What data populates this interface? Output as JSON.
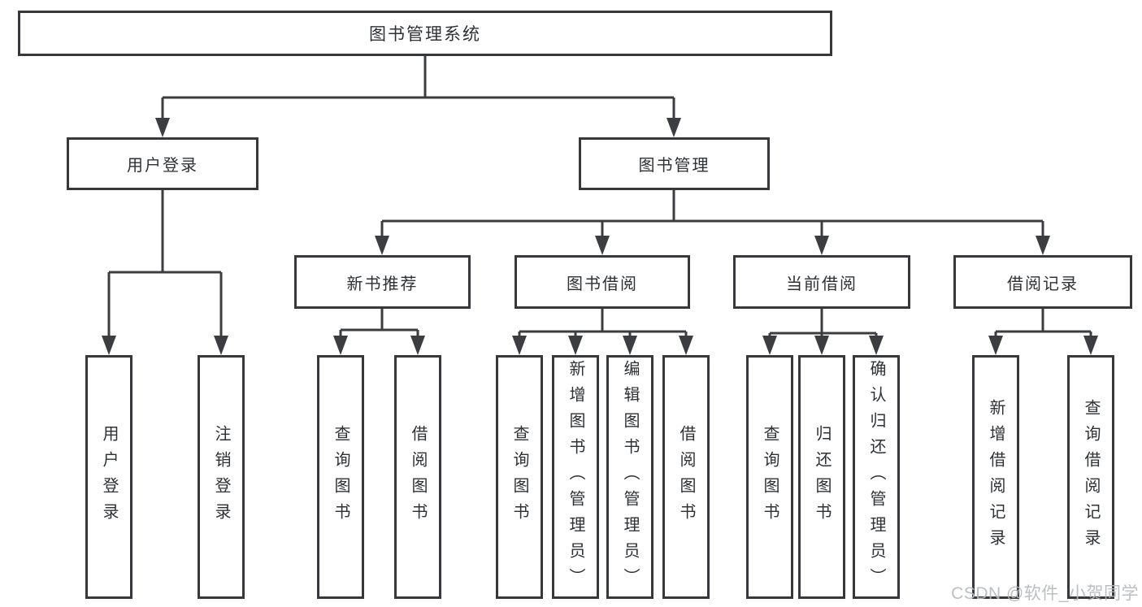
{
  "diagram": {
    "kind": "hierarchy-diagram",
    "colors": {
      "background": "#ffffff",
      "line": "#3b3d40",
      "box_border": "#36383b",
      "text": "#2e3134",
      "watermark": "#b6b8bb"
    }
  },
  "tree": {
    "root": {
      "label": "图书管理系统"
    },
    "children": [
      {
        "label": "用户登录",
        "children": [
          {
            "label": "用户登录"
          },
          {
            "label": "注销登录"
          }
        ]
      },
      {
        "label": "图书管理",
        "children": [
          {
            "label": "新书推荐",
            "children": [
              {
                "label": "查询图书"
              },
              {
                "label": "借阅图书"
              }
            ]
          },
          {
            "label": "图书借阅",
            "children": [
              {
                "label": "查询图书"
              },
              {
                "label": "新增图书（管理员）"
              },
              {
                "label": "编辑图书（管理员）"
              },
              {
                "label": "借阅图书"
              }
            ]
          },
          {
            "label": "当前借阅",
            "children": [
              {
                "label": "查询图书"
              },
              {
                "label": "归还图书"
              },
              {
                "label": "确认归还（管理员）"
              }
            ]
          },
          {
            "label": "借阅记录",
            "children": [
              {
                "label": "新增借阅记录"
              },
              {
                "label": "查询借阅记录"
              }
            ]
          }
        ]
      }
    ]
  },
  "watermark": {
    "text": "CSDN @软件_小贺同学"
  }
}
